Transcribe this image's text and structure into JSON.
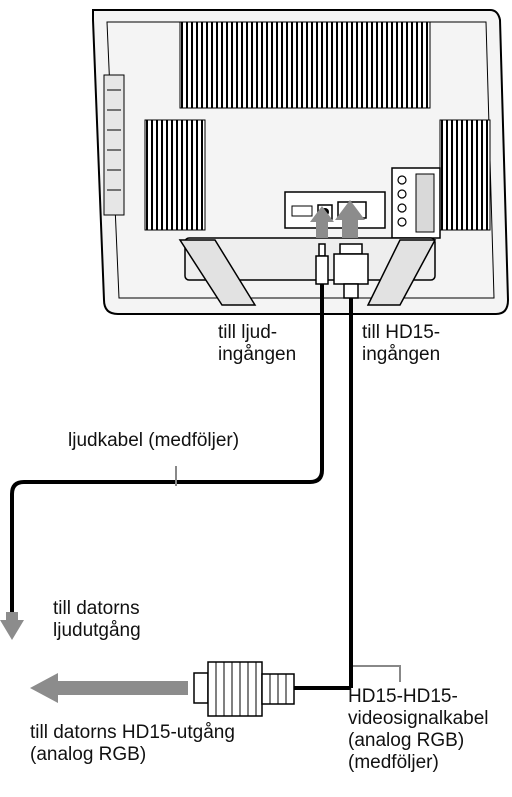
{
  "colors": {
    "line": "#000000",
    "device_body": "#f2f2f2",
    "device_screen": "#ffffff",
    "arrow_gray": "#8c8c8c",
    "leader_gray": "#888888",
    "text": "#111111"
  },
  "labels": {
    "audio_input": [
      "till ljud-",
      "ingången"
    ],
    "hd15_input": [
      "till HD15-",
      "ingången"
    ],
    "audio_cable": "ljudkabel (medföljer)",
    "computer_audio_out": [
      "till datorns",
      "ljudutgång"
    ],
    "computer_hd15_out": [
      "till datorns HD15-utgång",
      "(analog RGB)"
    ],
    "video_cable": [
      "HD15-HD15-",
      "videosignalkabel",
      "(analog RGB)",
      "(medföljer)"
    ]
  }
}
